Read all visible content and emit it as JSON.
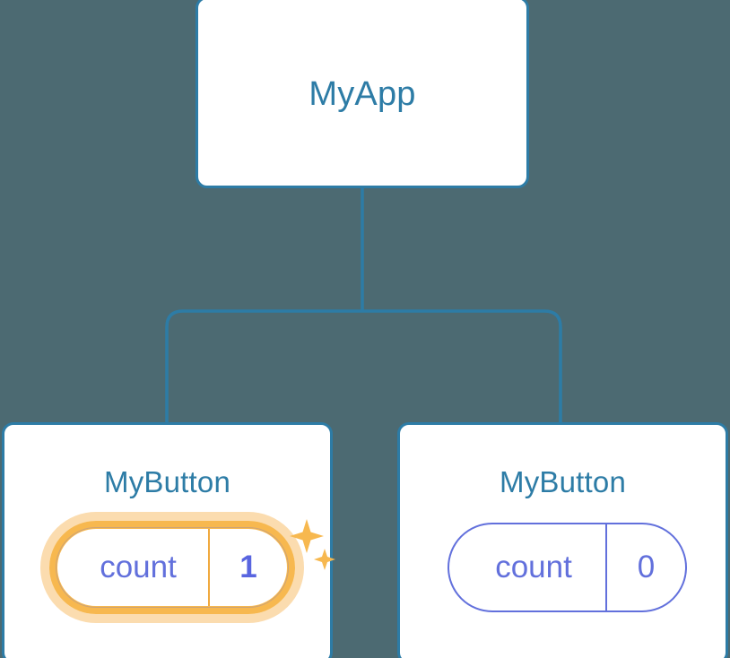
{
  "diagram": {
    "type": "component-tree",
    "background_color": "#4C6A72",
    "node_border_color": "#2D7CA6",
    "node_title_color": "#2D7CA6",
    "state_text_color": "#6270DC",
    "highlight_color": "#F7B84F",
    "highlight_glow_color": "#FBDCAF",
    "edge_color": "#2D7CA6"
  },
  "root": {
    "title": "MyApp"
  },
  "children": [
    {
      "title": "MyButton",
      "state_key": "count",
      "state_value": "1",
      "highlighted": true,
      "sparkle_icon": "sparkles-icon"
    },
    {
      "title": "MyButton",
      "state_key": "count",
      "state_value": "0",
      "highlighted": false
    }
  ]
}
